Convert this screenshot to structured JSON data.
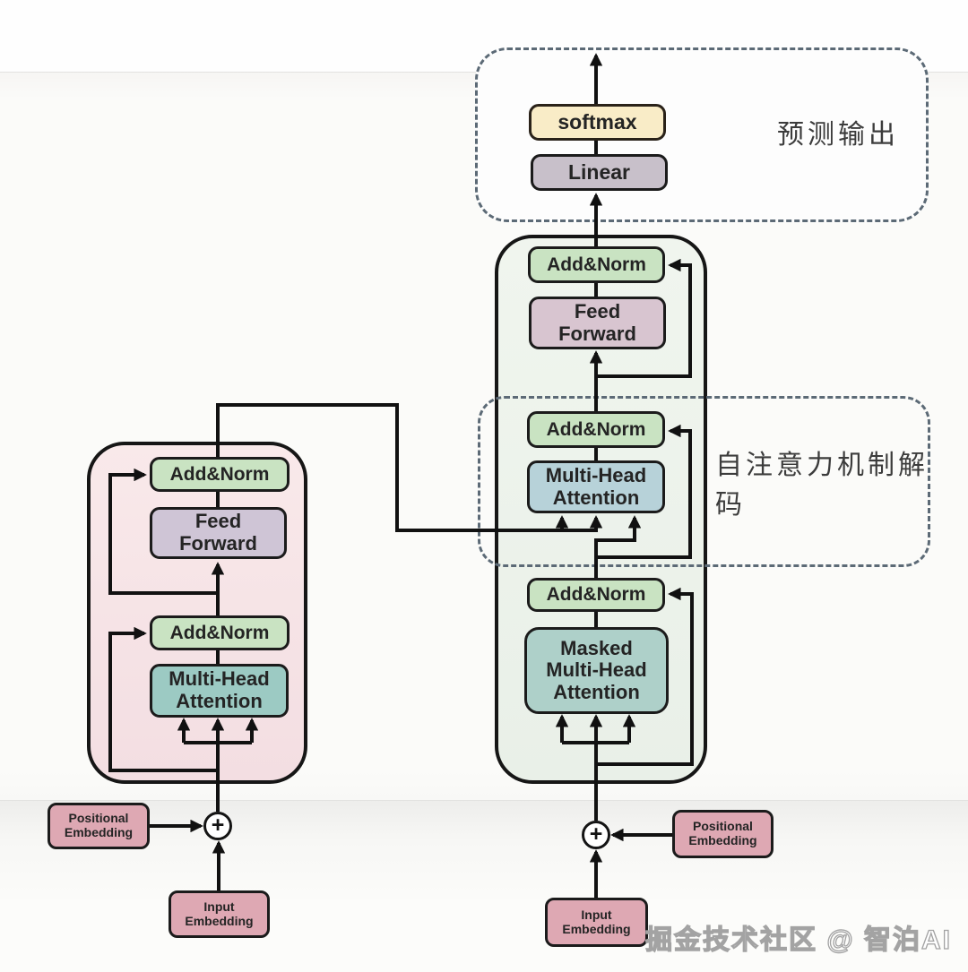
{
  "diagram": {
    "annotations": {
      "prediction_output": "预测输出",
      "self_attention_decoding": "自注意力机制解码"
    },
    "output_head": {
      "softmax": "softmax",
      "linear": "Linear"
    },
    "encoder": {
      "add_norm_top": "Add&Norm",
      "feed_forward": "Feed Forward",
      "add_norm_bottom": "Add&Norm",
      "multi_head_attention": "Multi-Head Attention",
      "positional_embedding": "Positional Embedding",
      "input_embedding": "Input Embedding",
      "add_operator": "+"
    },
    "decoder": {
      "add_norm_top": "Add&Norm",
      "feed_forward": "Feed Forward",
      "add_norm_mid": "Add&Norm",
      "multi_head_attention": "Multi-Head Attention",
      "add_norm_bottom": "Add&Norm",
      "masked_multi_head_attention": "Masked Multi-Head Attention",
      "positional_embedding": "Positional Embedding",
      "input_embedding": "Input Embedding",
      "add_operator": "+"
    },
    "watermark": "掘金技术社区 @ 智泊AI",
    "colors": {
      "add_norm_fill": "#c9e3c2",
      "feed_forward_encoder_fill": "#cfc5d6",
      "feed_forward_decoder_fill": "#d8c5d0",
      "attention_encoder_fill": "#9ccac3",
      "attention_decoder_fill": "#b7d2d9",
      "masked_attention_fill": "#aed0c9",
      "softmax_fill": "#f9ecc7",
      "linear_fill": "#c8c0ca",
      "embedding_fill": "#dea8b3",
      "encoder_container_fill": "#f6e3e6",
      "decoder_container_fill": "#edf3ec",
      "dashed_border": "#5c6a76",
      "line_color": "#111111"
    }
  }
}
